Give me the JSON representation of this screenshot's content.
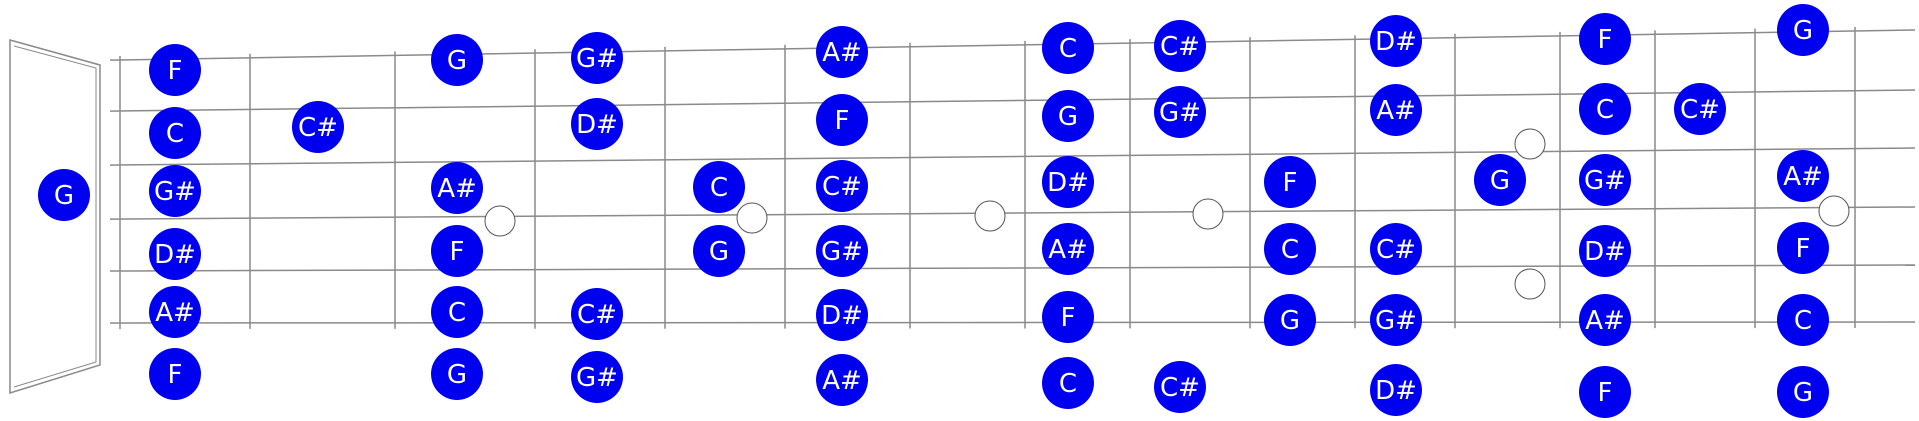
{
  "diagram": {
    "colors": {
      "note_fill": "#0000f0",
      "note_text": "#ffffff",
      "line": "#8a8a8a",
      "marker_stroke": "#555555"
    },
    "open_note": "G",
    "rows": [
      {
        "notes": [
          "F",
          "G",
          "G#",
          "A#",
          "C",
          "C#",
          "D#",
          "F",
          "G"
        ]
      },
      {
        "notes": [
          "C",
          "C#",
          "D#",
          "F",
          "G",
          "G#",
          "A#",
          "C",
          "C#"
        ]
      },
      {
        "notes": [
          "G#",
          "A#",
          "C",
          "C#",
          "D#",
          "F",
          "G",
          "G#",
          "A#"
        ]
      },
      {
        "notes": [
          "D#",
          "F",
          "G",
          "G#",
          "A#",
          "C",
          "C#",
          "D#",
          "F"
        ]
      },
      {
        "notes": [
          "A#",
          "C",
          "C#",
          "D#",
          "F",
          "G",
          "G#",
          "A#",
          "C"
        ]
      },
      {
        "notes": [
          "F",
          "G",
          "G#",
          "A#",
          "C",
          "C#",
          "D#",
          "F",
          "G"
        ]
      }
    ]
  }
}
